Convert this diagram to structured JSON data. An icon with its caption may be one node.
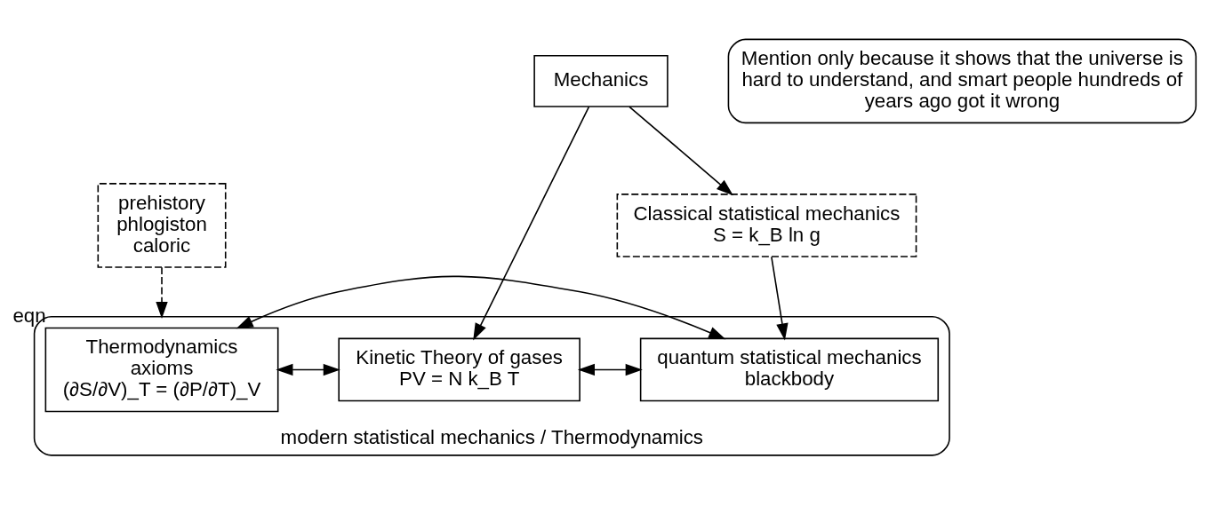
{
  "diagram": {
    "nodes": [
      {
        "text": [
          "prehistory",
          "phlogiston",
          "caloric"
        ]
      },
      {
        "text": [
          "Mention only because it shows that the universe is hard to understand, and smart people hundreds of years ago got it wrong"
        ]
      },
      {
        "text": [
          "Mechanics"
        ]
      },
      {
        "text": [
          "Classical statistical mechanics",
          "S = k_B ln g"
        ]
      },
      {
        "text": [
          "modern statistical mechanics / Thermodynamics"
        ]
      },
      {
        "text": [
          "Thermodynamics",
          "axioms",
          "(∂S/∂V)_T = (∂P/∂T)_V"
        ],
        "in": 4,
        "beside": [
          "eqn"
        ]
      },
      {
        "text": [
          "Kinetic Theory of gases",
          "PV = N k_B T"
        ],
        "in": 4
      },
      {
        "text": [
          "quantum statistical mechanics",
          "blackbody"
        ],
        "in": 4
      }
    ],
    "edges": [
      {
        "from": 0,
        "to": 4,
        "arrow": "to",
        "style": "dashed"
      },
      {
        "from": 2,
        "to": 6,
        "arrow": "to"
      },
      {
        "from": 2,
        "to": 3,
        "arrow": "to"
      },
      {
        "from": 3,
        "to": 7,
        "arrow": "to"
      },
      {
        "from": 5,
        "to": 6,
        "arrow": "both"
      },
      {
        "from": 6,
        "to": 7,
        "arrow": "both"
      },
      {
        "from": 5,
        "to": 7,
        "arrow": "both"
      }
    ]
  }
}
